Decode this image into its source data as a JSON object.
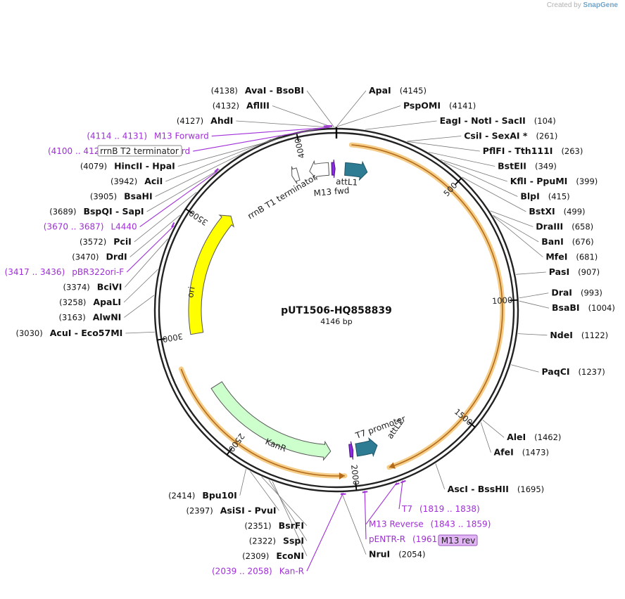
{
  "credit": {
    "prefix": "Created by",
    "brand": "SnapGene"
  },
  "plasmid": {
    "name": "pUT1506-HQ858839",
    "size_label": "4146 bp",
    "length": 4146
  },
  "ticks": [
    {
      "pos": 500,
      "label": "500"
    },
    {
      "pos": 1000,
      "label": "1000"
    },
    {
      "pos": 1500,
      "label": "1500"
    },
    {
      "pos": 2000,
      "label": "2000"
    },
    {
      "pos": 2500,
      "label": "2500"
    },
    {
      "pos": 3000,
      "label": "3000"
    },
    {
      "pos": 3500,
      "label": "3500"
    },
    {
      "pos": 4000,
      "label": "4000"
    }
  ],
  "enzymes": [
    {
      "pos": 4141,
      "name": "PspOMI",
      "label": "(4141)",
      "side": "right"
    },
    {
      "pos": 4145,
      "name": "ApaI",
      "label": "(4145)",
      "side": "right"
    },
    {
      "pos": 104,
      "name": "EagI  -  NotI  -  SacII",
      "label": "(104)",
      "side": "right"
    },
    {
      "pos": 261,
      "name": "CsiI  -  SexAI *",
      "label": "(261)",
      "side": "right"
    },
    {
      "pos": 263,
      "name": "PflFI  -  Tth111I",
      "label": "(263)",
      "side": "right"
    },
    {
      "pos": 349,
      "name": "BstEII",
      "label": "(349)",
      "side": "right"
    },
    {
      "pos": 399,
      "name": "KflI  -  PpuMI",
      "label": "(399)",
      "side": "right"
    },
    {
      "pos": 415,
      "name": "BlpI",
      "label": "(415)",
      "side": "right"
    },
    {
      "pos": 499,
      "name": "BstXI",
      "label": "(499)",
      "side": "right"
    },
    {
      "pos": 658,
      "name": "DraIII",
      "label": "(658)",
      "side": "right"
    },
    {
      "pos": 676,
      "name": "BanI",
      "label": "(676)",
      "side": "right"
    },
    {
      "pos": 681,
      "name": "MfeI",
      "label": "(681)",
      "side": "right"
    },
    {
      "pos": 907,
      "name": "PasI",
      "label": "(907)",
      "side": "right"
    },
    {
      "pos": 993,
      "name": "DraI",
      "label": "(993)",
      "side": "right"
    },
    {
      "pos": 1004,
      "name": "BsaBI",
      "label": "(1004)",
      "side": "right"
    },
    {
      "pos": 1122,
      "name": "NdeI",
      "label": "(1122)",
      "side": "right"
    },
    {
      "pos": 1237,
      "name": "PaqCI",
      "label": "(1237)",
      "side": "right"
    },
    {
      "pos": 1462,
      "name": "AleI",
      "label": "(1462)",
      "side": "right"
    },
    {
      "pos": 1473,
      "name": "AfeI",
      "label": "(1473)",
      "side": "right"
    },
    {
      "pos": 1695,
      "name": "AscI  -  BssHII",
      "label": "(1695)",
      "side": "right"
    },
    {
      "pos": 2054,
      "name": "NruI",
      "label": "(2054)",
      "side": "right"
    },
    {
      "pos": 2309,
      "name": "EcoNI",
      "label": "(2309)",
      "side": "left"
    },
    {
      "pos": 2322,
      "name": "SspI",
      "label": "(2322)",
      "side": "left"
    },
    {
      "pos": 2351,
      "name": "BsrFI",
      "label": "(2351)",
      "side": "left"
    },
    {
      "pos": 2397,
      "name": "AsiSI  -  PvuI",
      "label": "(2397)",
      "side": "left"
    },
    {
      "pos": 2414,
      "name": "Bpu10I",
      "label": "(2414)",
      "side": "left"
    },
    {
      "pos": 3030,
      "name": "AcuI  -  Eco57MI",
      "label": "(3030)",
      "side": "left"
    },
    {
      "pos": 3163,
      "name": "AlwNI",
      "label": "(3163)",
      "side": "left"
    },
    {
      "pos": 3258,
      "name": "ApaLI",
      "label": "(3258)",
      "side": "left"
    },
    {
      "pos": 3374,
      "name": "BciVI",
      "label": "(3374)",
      "side": "left"
    },
    {
      "pos": 3470,
      "name": "DrdI",
      "label": "(3470)",
      "side": "left"
    },
    {
      "pos": 3572,
      "name": "PciI",
      "label": "(3572)",
      "side": "left"
    },
    {
      "pos": 3689,
      "name": "BspQI  -  SapI",
      "label": "(3689)",
      "side": "left"
    },
    {
      "pos": 3905,
      "name": "BsaHI",
      "label": "(3905)",
      "side": "left"
    },
    {
      "pos": 3942,
      "name": "AciI",
      "label": "(3942)",
      "side": "left"
    },
    {
      "pos": 4079,
      "name": "HincII  -  HpaI",
      "label": "(4079)",
      "side": "left"
    },
    {
      "pos": 4127,
      "name": "AhdI",
      "label": "(4127)",
      "side": "left"
    },
    {
      "pos": 4132,
      "name": "AflIII",
      "label": "(4132)",
      "side": "left"
    },
    {
      "pos": 4138,
      "name": "AvaI  -  BsoBI",
      "label": "(4138)",
      "side": "left"
    }
  ],
  "primers": [
    {
      "start": 4114,
      "end": 4131,
      "name": "M13 Forward",
      "label": "(4114 .. 4131)",
      "side": "left"
    },
    {
      "start": 4100,
      "end": 4122,
      "name": "M13/pUC Forward",
      "label": "(4100 .. 4122)",
      "side": "left"
    },
    {
      "start": 3670,
      "end": 3687,
      "name": "L4440",
      "label": "(3670 .. 3687)",
      "side": "left"
    },
    {
      "start": 3417,
      "end": 3436,
      "name": "pBR322ori-F",
      "label": "(3417 .. 3436)",
      "side": "left"
    },
    {
      "start": 1819,
      "end": 1838,
      "name": "T7",
      "label": "(1819 .. 1838)",
      "side": "right"
    },
    {
      "start": 1843,
      "end": 1859,
      "name": "M13 Reverse",
      "label": "(1843 .. 1859)",
      "side": "right"
    },
    {
      "start": 1961,
      "end": 1980,
      "name": "pENTR-R",
      "label": "(1961 .. 1980)",
      "side": "right"
    },
    {
      "start": 2039,
      "end": 2058,
      "name": "Kan-R",
      "label": "(2039 .. 2058)",
      "side": "left"
    }
  ],
  "features": {
    "rrnb_t2": {
      "name": "rrnB T2 terminator"
    },
    "rrnb_t1": {
      "name": "rrnB T1 terminator"
    },
    "m13_fwd": {
      "name": "M13 fwd"
    },
    "attl1": {
      "name": "attL1"
    },
    "t7_promoter": {
      "name": "T7 promoter"
    },
    "attl2": {
      "name": "attL2"
    },
    "m13_rev": {
      "name": "M13 rev"
    },
    "kanr": {
      "name": "KanR",
      "start": 2100,
      "end": 2740
    },
    "ori": {
      "name": "ori",
      "start": 3000,
      "end": 3590
    },
    "insert_arc": {
      "start": 60,
      "end": 1860
    },
    "kan_arc": {
      "start": 2040,
      "end": 2870
    }
  },
  "colors": {
    "backbone": "#222222",
    "primer": "#a02ed8",
    "ori_fill": "#ffff00",
    "kanr_fill": "#ccffcc",
    "att_fill": "#2e7c94",
    "halo": "#f5cd88",
    "orf_line": "#b36b1a",
    "m13rev_bg": "#e2b5f5"
  }
}
